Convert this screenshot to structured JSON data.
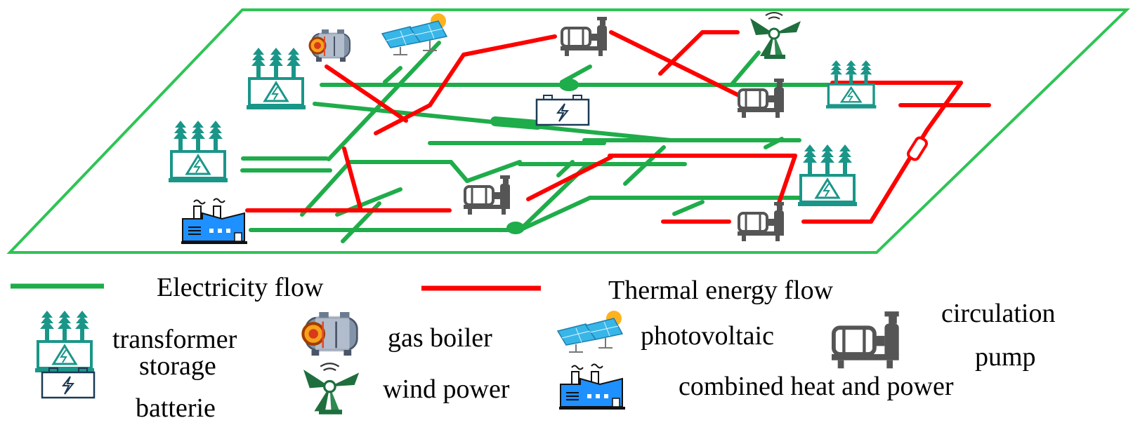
{
  "colors": {
    "electricity": "#1fac4a",
    "thermal": "#ff0000",
    "platform": "#2ec455",
    "transformer": "#1a9688",
    "pump": "#555555",
    "chp": "#1e90ff",
    "pv": "#38b6e8",
    "sun": "#ffb21e",
    "boiler": "#8494a8",
    "wind": "#1f6e3e",
    "battery": "#1b3a55"
  },
  "legend": {
    "electricity_flow": "Electricity flow",
    "thermal_energy_flow": "Thermal energy flow",
    "transformer": "transformer",
    "gas_boiler": "gas boiler",
    "photovoltaic": "photovoltaic",
    "circulation": "circulation",
    "pump": "pump",
    "storage": "storage",
    "batterie": "batterie",
    "wind_power": "wind power",
    "combined_heat_and_power": "combined heat and power"
  }
}
